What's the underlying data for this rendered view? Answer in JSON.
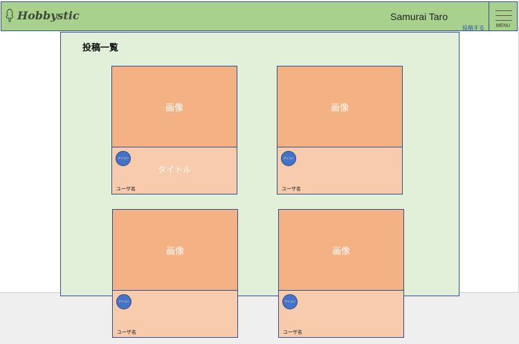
{
  "header": {
    "logo_text": "Hobbystic",
    "logo_icon": "leaf-icon",
    "username": "Samurai Taro",
    "post_link": "投稿する",
    "menu_label": "MENU",
    "menu_icon": "hamburger-icon"
  },
  "main": {
    "title": "投稿一覧",
    "posts": [
      {
        "image_label": "画像",
        "avatar_label": "アイコン",
        "title": "タイトル",
        "user": "ユーザ名"
      },
      {
        "image_label": "画像",
        "avatar_label": "アイコン",
        "title": "",
        "user": "ユーザ名"
      },
      {
        "image_label": "画像",
        "avatar_label": "アイコン",
        "title": "",
        "user": "ユーザ名"
      },
      {
        "image_label": "画像",
        "avatar_label": "アイコン",
        "title": "",
        "user": "ユーザ名"
      }
    ]
  },
  "colors": {
    "header_bg": "#a9d18e",
    "main_bg": "#e2efd9",
    "image_bg": "#f4b183",
    "card_bg": "#f8cbad",
    "avatar": "#4472c4",
    "border": "#2f4f8f"
  }
}
